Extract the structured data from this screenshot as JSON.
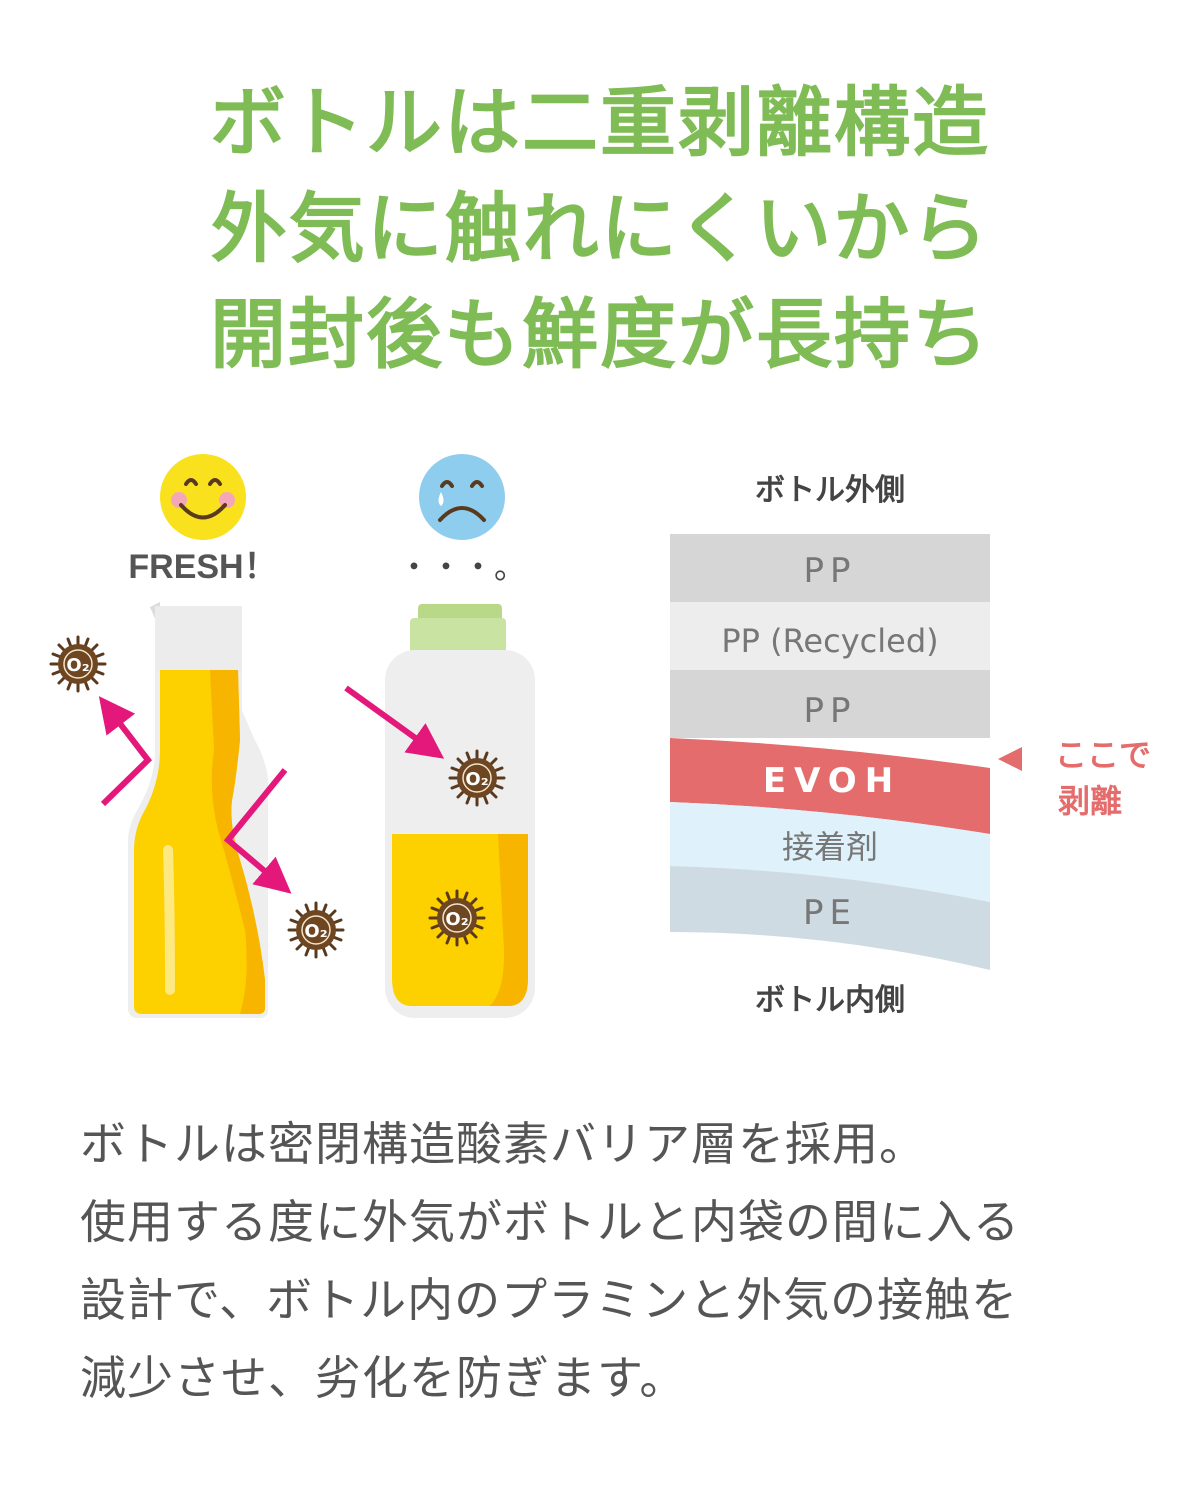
{
  "headline": {
    "line1": "ボトルは二重剥離構造",
    "line2": "外気に触れにくいから",
    "line3": "開封後も鮮度が長持ち"
  },
  "illustration": {
    "fresh_label": "FRESH！",
    "dots_label": "・・・。",
    "oxygen_label": "O₂",
    "happy_face_icon": "smiley-face-icon",
    "sad_face_icon": "sad-face-icon"
  },
  "layers": {
    "outside_label": "ボトル外側",
    "inside_label": "ボトル内側",
    "items": [
      "PP",
      "PP (Recycled)",
      "PP",
      "EVOH",
      "接着剤",
      "PE"
    ],
    "peel_label_1": "ここで",
    "peel_label_2": "剥離"
  },
  "body": {
    "line1": "ボトルは密閉構造酸素バリア層を採用。",
    "line2": "使用する度に外気がボトルと内袋の間に入る",
    "line3": "設計で、ボトル内のプラミンと外気の接触を",
    "line4": "減少させ、劣化を防ぎます。"
  },
  "colors": {
    "headline_green": "#7fbc55",
    "arrow_magenta": "#e4187b",
    "evoh_red": "#e46c6c",
    "oil_yellow": "#fdd000",
    "happy_yellow": "#f9e11e",
    "sad_blue": "#8fcdee"
  }
}
